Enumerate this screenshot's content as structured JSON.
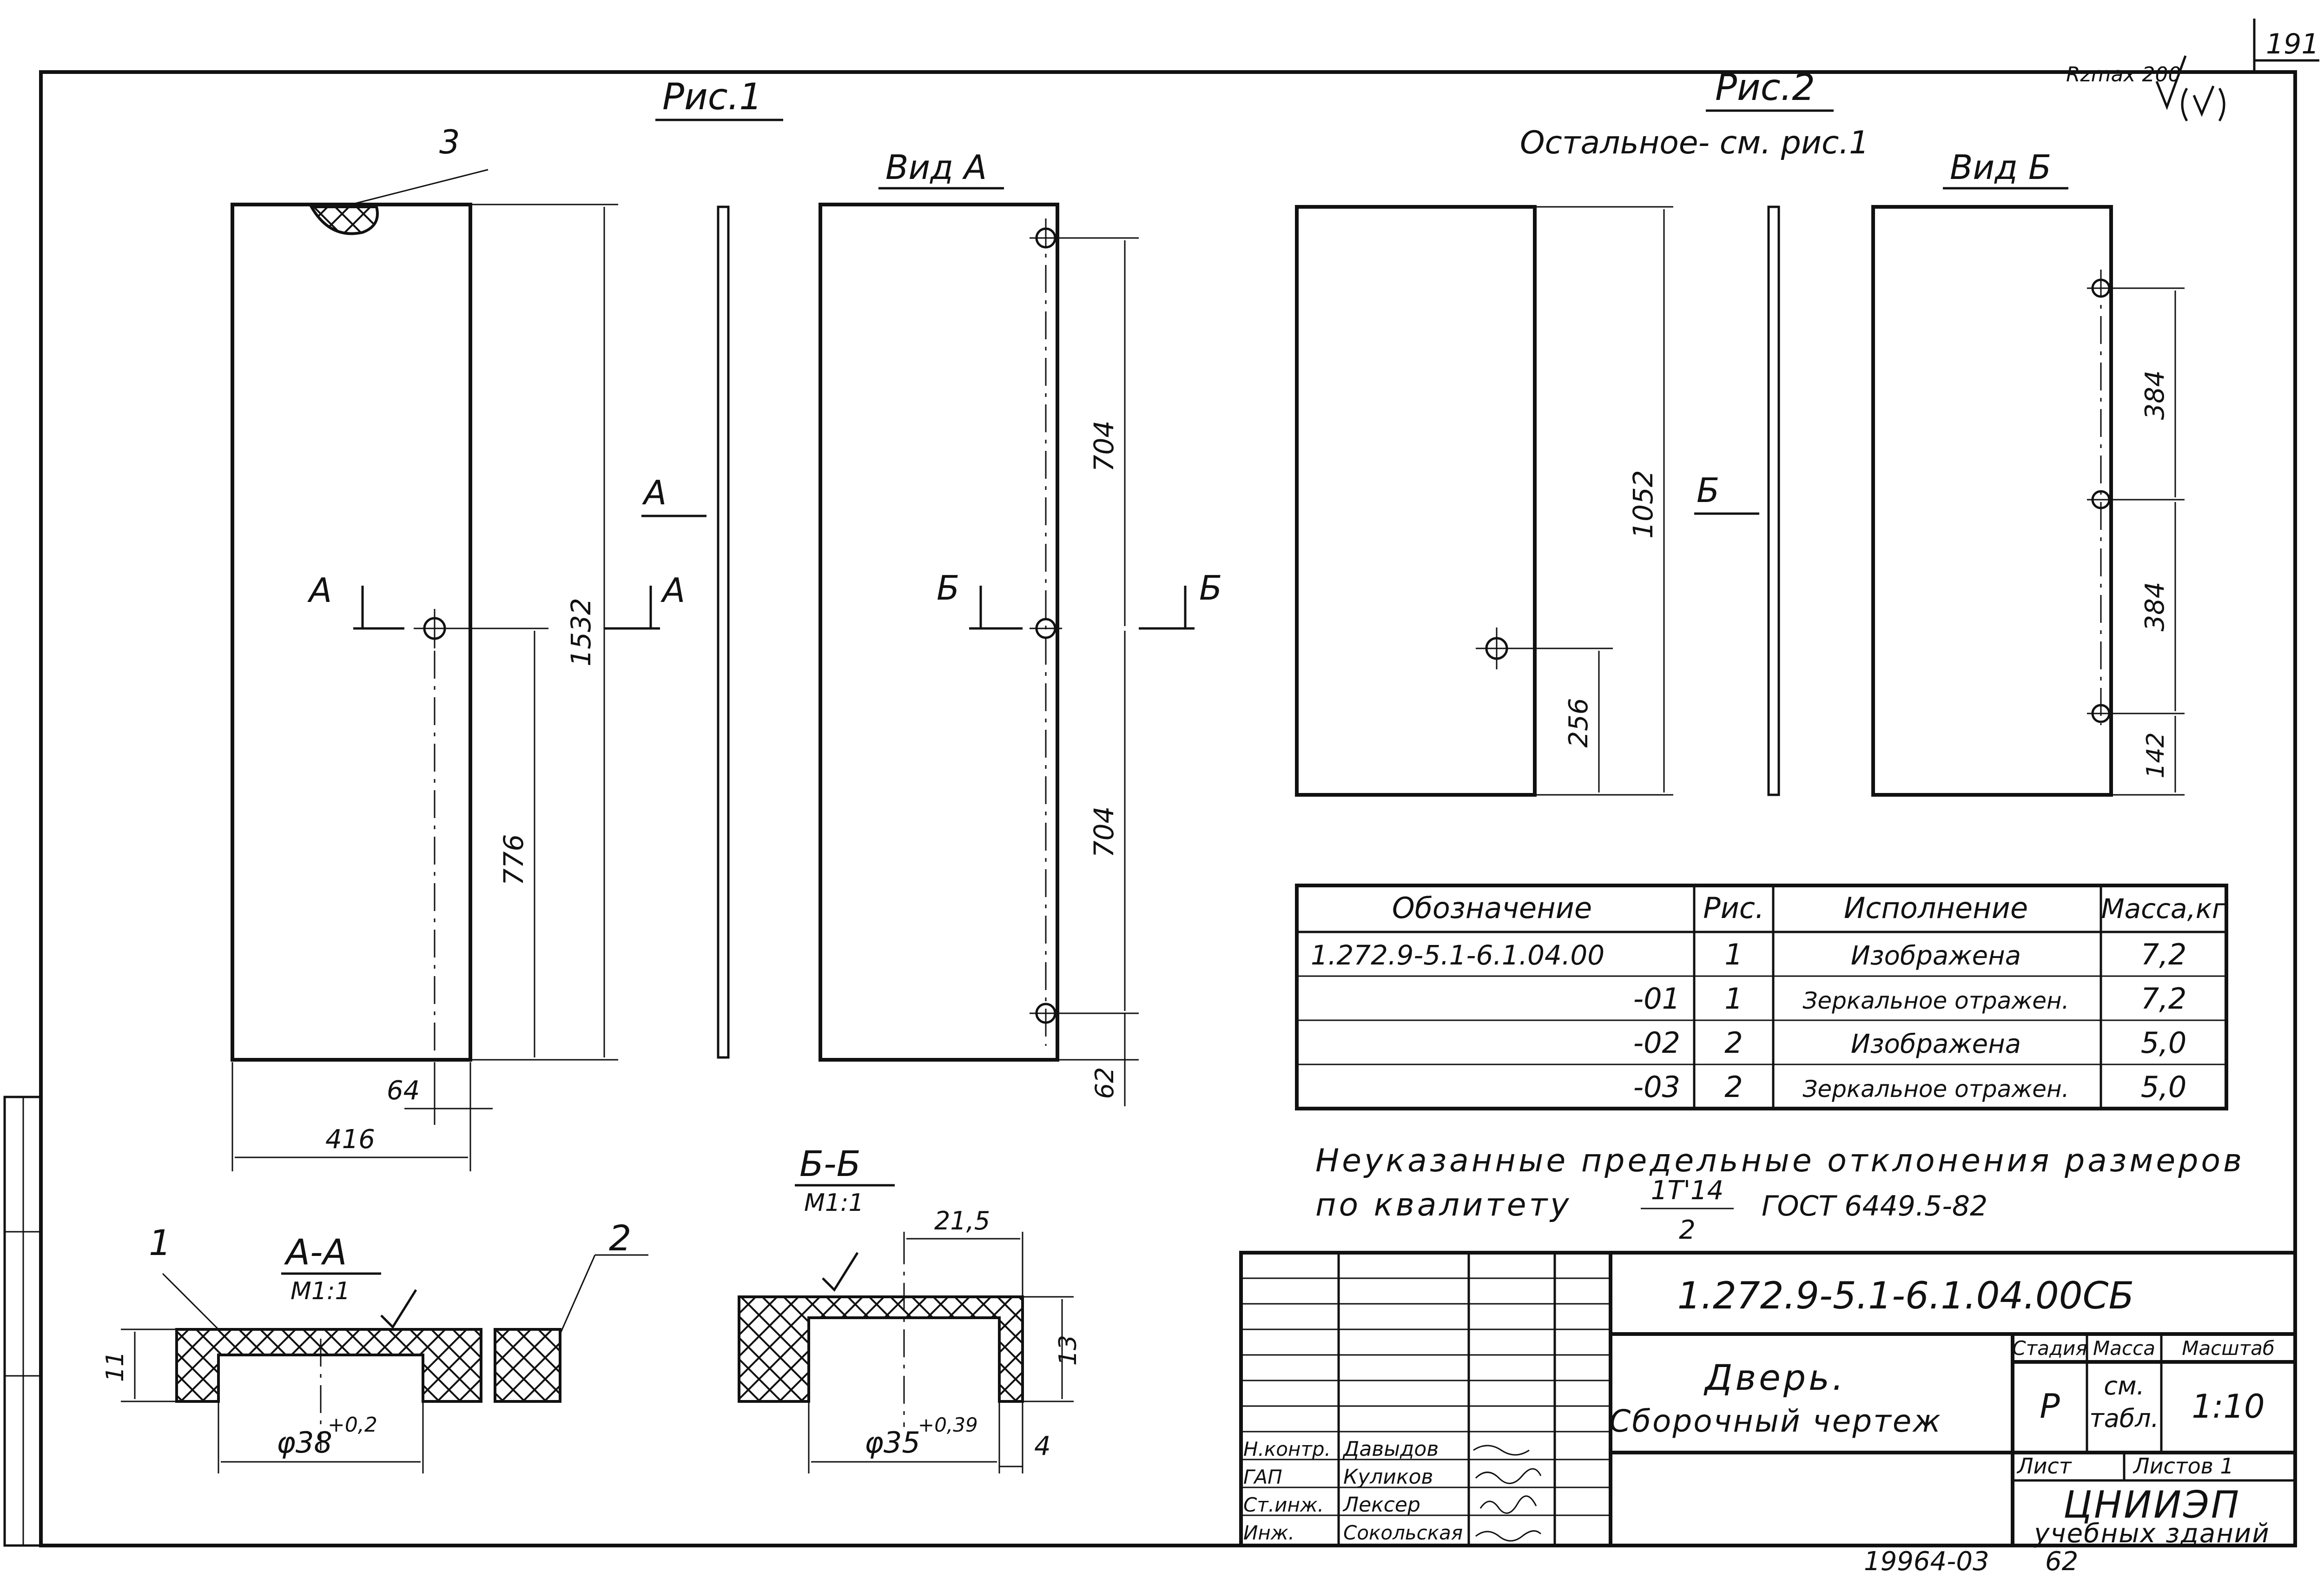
{
  "sheet": {
    "corner_number": "191",
    "roughness": "Rzmax 200",
    "archive_no": "19964-03",
    "page_no": "62"
  },
  "fig1": {
    "title": "Рис.1",
    "callout_3": "3",
    "section_mark": "А",
    "view_arrow": "А",
    "dim_height": "1532",
    "dim_hole": "776",
    "dim_edge": "64",
    "dim_width": "416"
  },
  "view_a": {
    "title": "Вид А",
    "section_mark": "Б",
    "dim_upper": "704",
    "dim_lower": "704",
    "dim_bottom": "62"
  },
  "fig2": {
    "title": "Рис.2",
    "subtitle": "Остальное- см. рис.1",
    "view_arrow": "Б",
    "dim_height": "1052",
    "dim_hole": "256"
  },
  "view_b": {
    "title": "Вид Б",
    "dim_upper": "384",
    "dim_middle": "384",
    "dim_bottom": "142"
  },
  "section_aa": {
    "title": "А-А",
    "scale": "М1:1",
    "dim_thickness": "11",
    "dim_diameter": "φ38",
    "tolerance": "+0,2",
    "callout_1": "1",
    "callout_2": "2"
  },
  "section_bb": {
    "title": "Б-Б",
    "scale": "М1:1",
    "dim_width": "21,5",
    "dim_thickness": "13",
    "dim_diameter": "φ35",
    "tolerance": "+0,39",
    "dim_wall": "4"
  },
  "spec_table": {
    "headers": [
      "Обозначение",
      "Рис.",
      "Исполнение",
      "Масса,кг"
    ],
    "rows": [
      [
        "1.272.9-5.1-6.1.04.00",
        "1",
        "Изображена",
        "7,2"
      ],
      [
        "-01",
        "1",
        "Зеркальное отражен.",
        "7,2"
      ],
      [
        "-02",
        "2",
        "Изображена",
        "5,0"
      ],
      [
        "-03",
        "2",
        "Зеркальное отражен.",
        "5,0"
      ]
    ]
  },
  "notes": {
    "line1": "Неуказанные предельные отклонения размеров",
    "line2_prefix": "по квалитету",
    "fraction_top": "1Т'14",
    "fraction_bottom": "2",
    "standard": "ГОСТ 6449.5-82"
  },
  "title_block": {
    "document_code": "1.272.9-5.1-6.1.04.00СБ",
    "name_line1": "Дверь.",
    "name_line2": "Сборочный чертеж",
    "stage_label": "Стадия",
    "mass_label": "Масса",
    "scale_label": "Масштаб",
    "stage_value": "Р",
    "mass_value_1": "см.",
    "mass_value_2": "табл.",
    "scale_value": "1:10",
    "sheet_label": "Лист",
    "sheets_label": "Листов 1",
    "org_line1": "ЦНИИЭП",
    "org_line2": "учебных зданий",
    "signatures": [
      {
        "role": "Н.контр.",
        "name": "Давыдов"
      },
      {
        "role": "ГАП",
        "name": "Куликов"
      },
      {
        "role": "Ст.инж.",
        "name": "Лексер"
      },
      {
        "role": "Инж.",
        "name": "Сокольская"
      }
    ]
  }
}
